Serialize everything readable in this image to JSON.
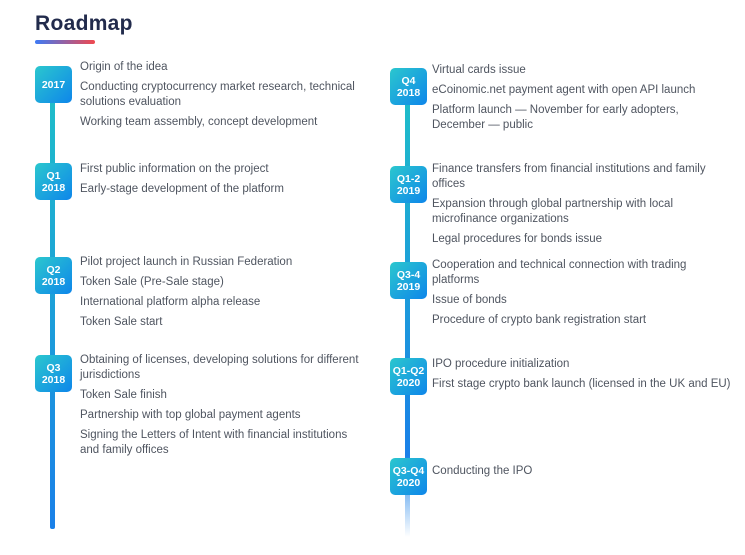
{
  "page": {
    "title": "Roadmap"
  },
  "accent": {
    "underline_from": "#3D7AF5",
    "underline_to": "#F0484E",
    "badge_from": "#2BC7CE",
    "badge_to": "#0E86EA",
    "line_teal": "#1FBFC8",
    "line_blue": "#1A80E8",
    "title_color": "#222B4C",
    "text_color": "#4F5560"
  },
  "timeline": {
    "left": [
      {
        "badge": [
          "2017"
        ],
        "items": [
          "Origin of the idea",
          "Conducting cryptocurrency market research, technical\nsolutions evaluation",
          "Working team assembly, concept development"
        ]
      },
      {
        "badge": [
          "Q1",
          "2018"
        ],
        "items": [
          "First public information on the project",
          "Early-stage development of the platform"
        ]
      },
      {
        "badge": [
          "Q2",
          "2018"
        ],
        "items": [
          "Pilot project launch in Russian Federation",
          "Token Sale (Pre-Sale stage)",
          "International platform alpha release",
          "Token Sale start"
        ]
      },
      {
        "badge": [
          "Q3",
          "2018"
        ],
        "items": [
          "Obtaining of licenses, developing solutions for different\njurisdictions",
          "Token Sale finish",
          "Partnership with top global payment agents",
          "Signing the Letters of Intent with financial institutions\nand family offices"
        ]
      }
    ],
    "right": [
      {
        "badge": [
          "Q4",
          "2018"
        ],
        "items": [
          "Virtual cards issue",
          "eCoinomic.net payment agent with open API launch",
          "Platform launch — November for early adopters,\nDecember — public"
        ]
      },
      {
        "badge": [
          "Q1-2",
          "2019"
        ],
        "items": [
          "Finance transfers from financial institutions and family\noffices",
          "Expansion through global partnership with local\nmicrofinance organizations",
          "Legal procedures for bonds issue"
        ]
      },
      {
        "badge": [
          "Q3-4",
          "2019"
        ],
        "items": [
          "Cooperation and technical connection with trading\nplatforms",
          "Issue of bonds",
          "Procedure of crypto bank registration start"
        ]
      },
      {
        "badge": [
          "Q1-Q2",
          "2020"
        ],
        "items": [
          "IPO procedure initialization",
          "First stage crypto bank launch (licensed in the UK and EU)"
        ]
      },
      {
        "badge": [
          "Q3-Q4",
          "2020"
        ],
        "items": [
          "Conducting the IPO"
        ]
      }
    ]
  }
}
